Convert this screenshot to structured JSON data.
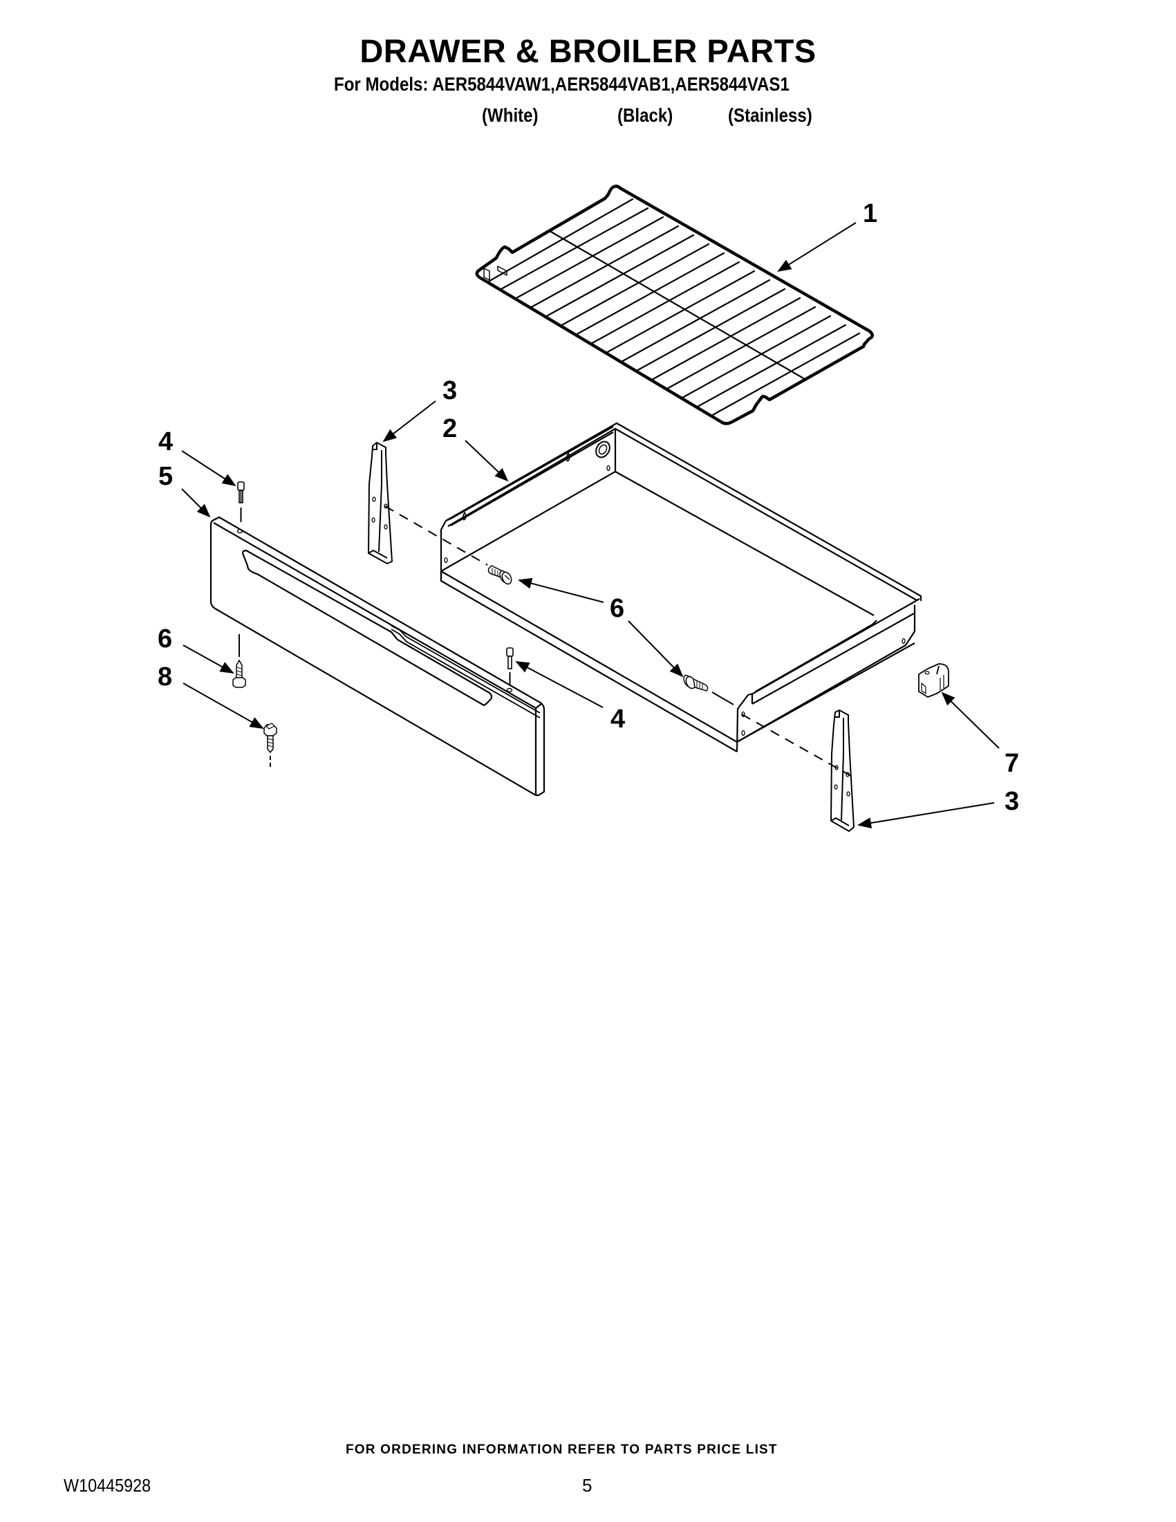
{
  "header": {
    "title": "DRAWER & BROILER PARTS",
    "models_line": "For Models: AER5844VAW1,AER5844VAB1,AER5844VAS1",
    "variants": [
      "(White)",
      "(Black)",
      "(Stainless)"
    ]
  },
  "diagram": {
    "callouts": [
      {
        "label": "1",
        "part": "broiler-rack"
      },
      {
        "label": "2",
        "part": "drawer-body"
      },
      {
        "label": "3",
        "part": "drawer-stop-left"
      },
      {
        "label": "3",
        "part": "drawer-stop-right"
      },
      {
        "label": "4",
        "part": "screw-top-left"
      },
      {
        "label": "4",
        "part": "screw-top-right"
      },
      {
        "label": "5",
        "part": "drawer-front-panel"
      },
      {
        "label": "6",
        "part": "screw-panel-bottom"
      },
      {
        "label": "6",
        "part": "screw-drawer-left"
      },
      {
        "label": "6",
        "part": "screw-drawer-right"
      },
      {
        "label": "7",
        "part": "clip"
      },
      {
        "label": "8",
        "part": "screw-bottom"
      }
    ]
  },
  "footer": {
    "ordering_note": "FOR ORDERING INFORMATION REFER TO PARTS PRICE LIST",
    "document_number": "W10445928",
    "page_number": "5"
  }
}
